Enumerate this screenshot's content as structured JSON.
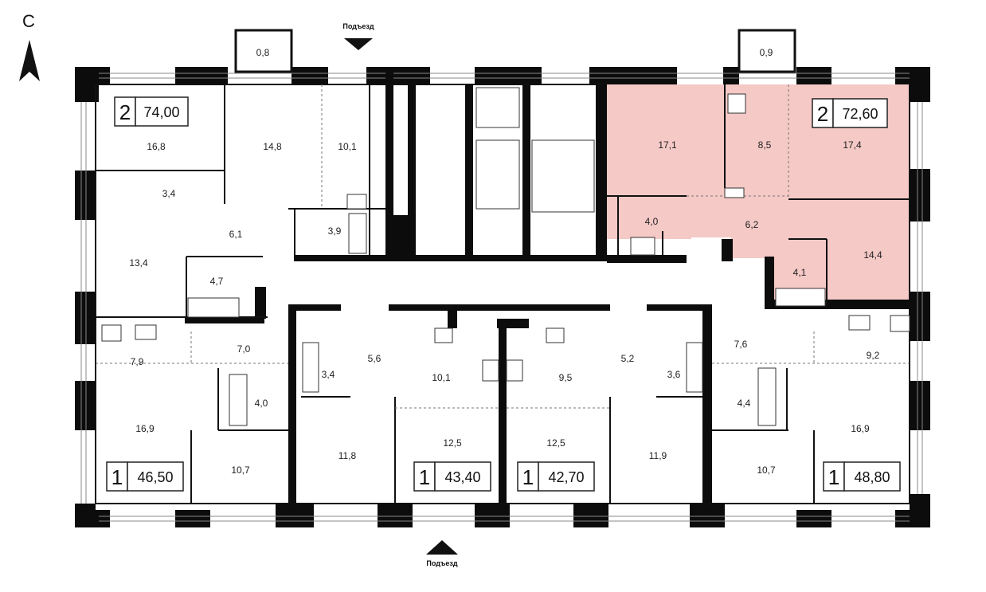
{
  "compass": {
    "label": "С"
  },
  "entrances": {
    "top": "Подъезд",
    "bottom": "Подъезд"
  },
  "highlight_color": "#f5c9c6",
  "apartments": [
    {
      "id": "apt-top-left",
      "rooms": "2",
      "area": "74,00"
    },
    {
      "id": "apt-top-right",
      "rooms": "2",
      "area": "72,60",
      "highlighted": true
    },
    {
      "id": "apt-bottom-1",
      "rooms": "1",
      "area": "46,50"
    },
    {
      "id": "apt-bottom-2",
      "rooms": "1",
      "area": "43,40"
    },
    {
      "id": "apt-bottom-3",
      "rooms": "1",
      "area": "42,70"
    },
    {
      "id": "apt-bottom-4",
      "rooms": "1",
      "area": "48,80"
    }
  ],
  "rooms": {
    "balcony_left": "0,8",
    "balcony_right": "0,9",
    "tl_bedroom": "16,8",
    "tl_living": "14,8",
    "tl_kitchen": "10,1",
    "tl_closet": "3,4",
    "tl_hall": "6,1",
    "tl_bath": "3,9",
    "tl_bedroom2": "13,4",
    "tl_wc": "4,7",
    "tr_living": "17,1",
    "tr_kitchen": "8,5",
    "tr_bedroom": "17,4",
    "tr_bath": "4,0",
    "tr_hall": "6,2",
    "tr_wc": "4,1",
    "tr_bedroom2": "14,4",
    "b1_kitchen": "7,9",
    "b1_hall": "7,0",
    "b1_bath": "4,0",
    "b1_living": "16,9",
    "b1_bedroom": "10,7",
    "b2_bath": "3,4",
    "b2_hall": "5,6",
    "b2_kitchen": "10,1",
    "b2_room": "11,8",
    "b2_living": "12,5",
    "b3_kitchen": "9,5",
    "b3_hall": "5,2",
    "b3_living": "12,5",
    "b3_bath": "3,6",
    "b3_room": "11,9",
    "b4_hall": "7,6",
    "b4_kitchen": "9,2",
    "b4_bath": "4,4",
    "b4_living": "16,9",
    "b4_bedroom": "10,7"
  }
}
